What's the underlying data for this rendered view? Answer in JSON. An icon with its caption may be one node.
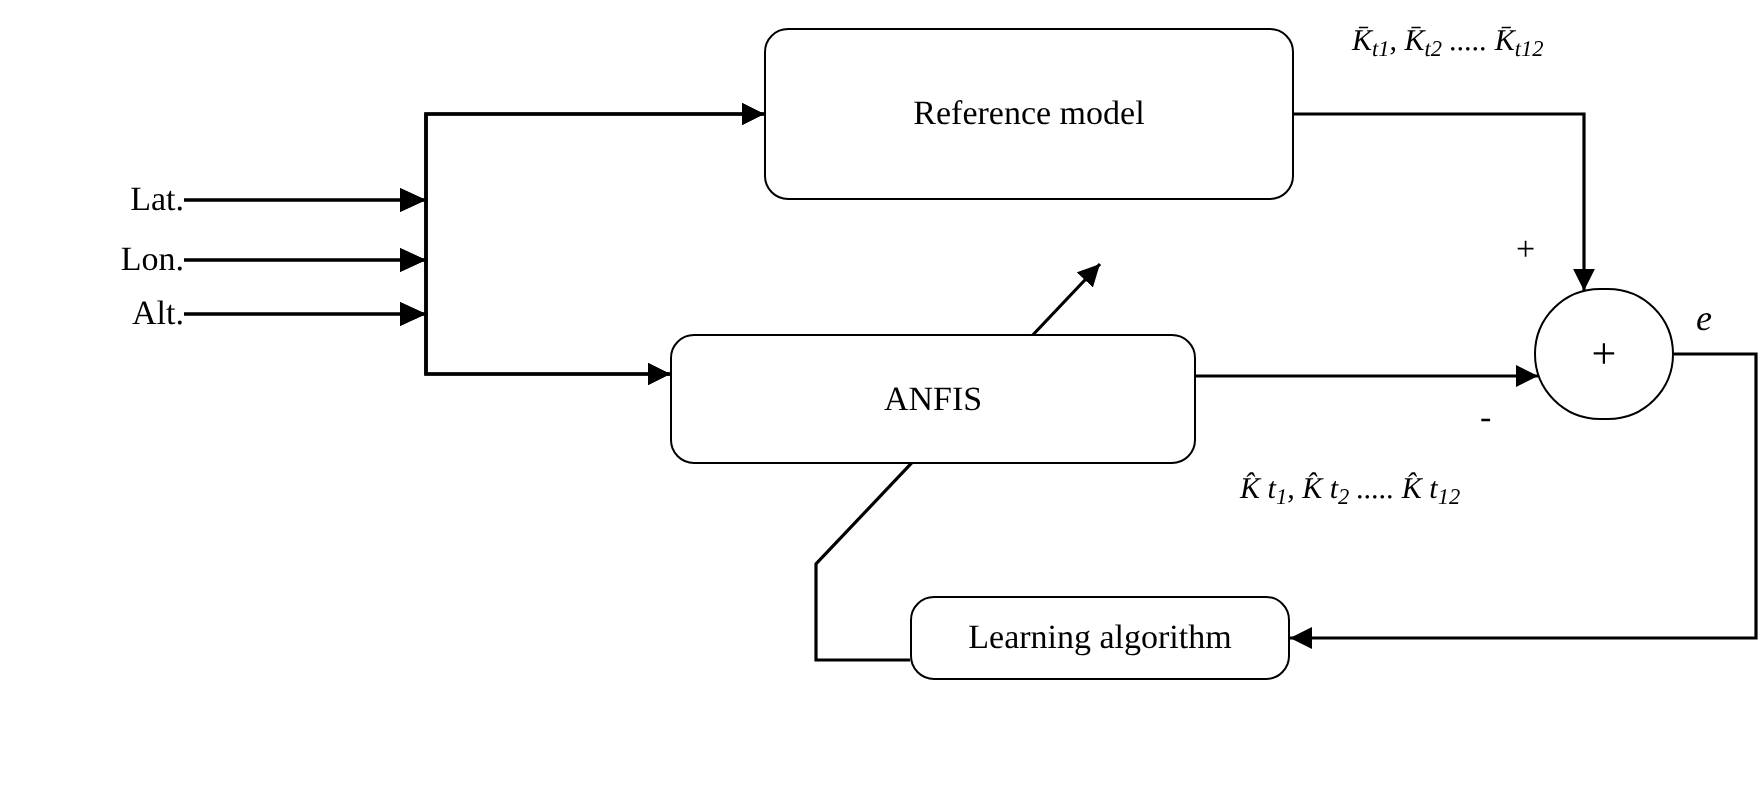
{
  "diagram": {
    "nodes": [
      {
        "text": [
          "Lat."
        ]
      },
      {
        "text": [
          "Lon."
        ]
      },
      {
        "text": [
          "Alt."
        ]
      },
      {
        "text": [
          "Reference model"
        ]
      },
      {
        "text": [
          "ANFIS"
        ]
      },
      {
        "text": [
          "+"
        ]
      },
      {
        "text": [
          "Learning algorithm"
        ]
      }
    ],
    "edges": [
      {
        "from": 0,
        "to": 3,
        "arrow": "to"
      },
      {
        "from": 0,
        "to": 4,
        "arrow": "to"
      },
      {
        "from": 1,
        "to": 3,
        "arrow": "to"
      },
      {
        "from": 1,
        "to": 4,
        "arrow": "to"
      },
      {
        "from": 2,
        "to": 3,
        "arrow": "to"
      },
      {
        "from": 2,
        "to": 4,
        "arrow": "to"
      },
      {
        "from": 3,
        "to": 5,
        "arrow": "to"
      },
      {
        "from": 4,
        "to": 5,
        "arrow": "to"
      },
      {
        "from": 5,
        "to": 6,
        "arrow": "to",
        "label": "e"
      },
      {
        "from": 6,
        "to": null,
        "arrow": "to"
      }
    ],
    "labels": [
      "K̄$_{t1}$, K̄$_{t2}$ ..... K̄$_{t12}$",
      "+",
      "-",
      "K̂ t$_{1}$, K̂ t$_{2}$ ..... K̂ t$_{12}$"
    ]
  }
}
